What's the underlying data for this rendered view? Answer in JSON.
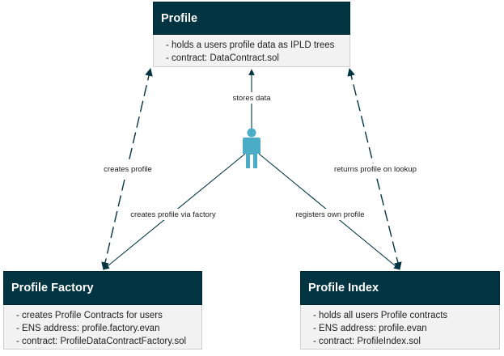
{
  "nodes": {
    "profile": {
      "title": "Profile",
      "items": [
        "- holds a users profile data as IPLD trees",
        "- contract: DataContract.sol"
      ]
    },
    "factory": {
      "title": "Profile Factory",
      "items": [
        "- creates Profile Contracts for users",
        "- ENS address: profile.factory.evan",
        "- contract: ProfileDataContractFactory.sol"
      ]
    },
    "index": {
      "title": "Profile Index",
      "items": [
        "- holds all users Profile contracts",
        "- ENS address: profile.evan",
        "- contract: ProfileIndex.sol"
      ]
    }
  },
  "edges": {
    "stores_data": "stores data",
    "creates_profile": "creates profile",
    "returns_profile": "returns profile on lookup",
    "creates_via_factory": "creates profile via factory",
    "registers_own": "registers own profile"
  },
  "actor": {
    "icon": "user-icon",
    "color": "#4bacc6"
  },
  "colors": {
    "header": "#033442",
    "body": "#f2f2f2",
    "edge": "#033442"
  }
}
